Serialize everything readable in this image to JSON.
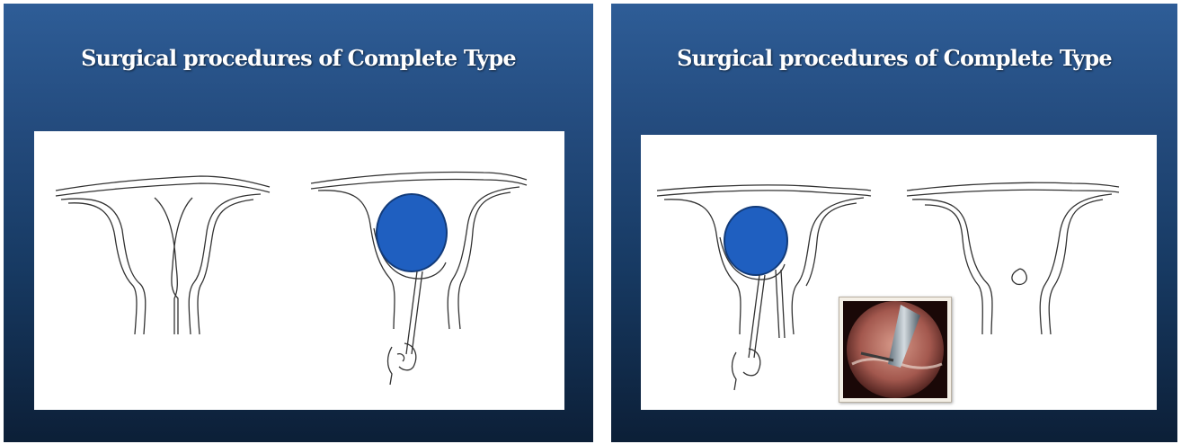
{
  "slides": [
    {
      "title": "Surgical procedures of Complete Type"
    },
    {
      "title": "Surgical procedures of Complete Type"
    }
  ],
  "colors": {
    "background_top": "#2e5d97",
    "background_bottom": "#0c1f37",
    "title_text": "#ffffff",
    "balloon": "#1f5fc0"
  },
  "figures": {
    "left_panel": [
      "uterus-septum-drawing",
      "uterus-with-balloon-catheter-drawing"
    ],
    "right_panel": [
      "uterus-with-balloon-catheter-drawing",
      "uterus-after-resection-drawing",
      "hysteroscopy-photo"
    ]
  }
}
